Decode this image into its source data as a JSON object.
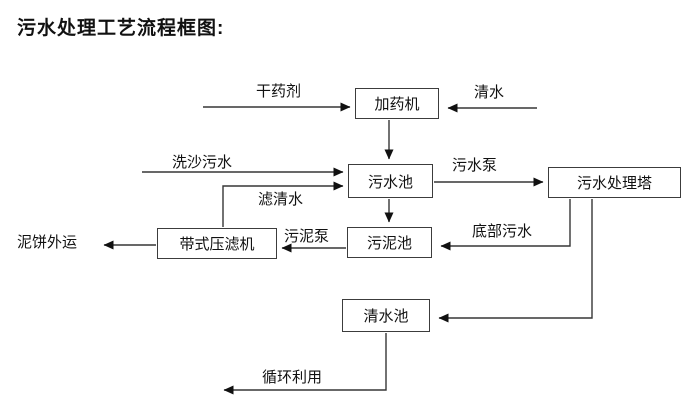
{
  "title": "污水处理工艺流程框图:",
  "colors": {
    "background": "#ffffff",
    "line": "#363636",
    "text": "#111111"
  },
  "diagram": {
    "nodes": [
      {
        "id": "dosing-machine",
        "label": "加药机"
      },
      {
        "id": "sewage-pool",
        "label": "污水池"
      },
      {
        "id": "sewage-treatment-tower",
        "label": "污水处理塔"
      },
      {
        "id": "sludge-pool",
        "label": "污泥池"
      },
      {
        "id": "belt-filter-press",
        "label": "带式压滤机"
      },
      {
        "id": "clean-water-pool",
        "label": "清水池"
      }
    ],
    "labels": [
      {
        "id": "dry-chemical",
        "text": "干药剂"
      },
      {
        "id": "clean-water",
        "text": "清水"
      },
      {
        "id": "sand-washing-sewage",
        "text": "洗沙污水"
      },
      {
        "id": "sewage-pump",
        "text": "污水泵"
      },
      {
        "id": "filtered-water",
        "text": "滤清水"
      },
      {
        "id": "sludge-pump",
        "text": "污泥泵"
      },
      {
        "id": "bottom-sewage",
        "text": "底部污水"
      },
      {
        "id": "mud-cake-outbound",
        "text": "泥饼外运"
      },
      {
        "id": "recycling",
        "text": "循环利用"
      }
    ],
    "edges": [
      {
        "from": "dry-chemical-inlet",
        "to": "dosing-machine",
        "label": "干药剂"
      },
      {
        "from": "clean-water-inlet",
        "to": "dosing-machine",
        "label": "清水"
      },
      {
        "from": "dosing-machine",
        "to": "sewage-pool",
        "label": ""
      },
      {
        "from": "sand-washing-inlet",
        "to": "sewage-pool",
        "label": "洗沙污水"
      },
      {
        "from": "belt-filter-press",
        "to": "sewage-pool",
        "label": "滤清水"
      },
      {
        "from": "sewage-pool",
        "to": "sewage-treatment-tower",
        "label": "污水泵"
      },
      {
        "from": "sewage-pool",
        "to": "sludge-pool",
        "label": ""
      },
      {
        "from": "sludge-pool",
        "to": "belt-filter-press",
        "label": "污泥泵"
      },
      {
        "from": "belt-filter-press",
        "to": "mud-cake-outbound",
        "label": "泥饼外运"
      },
      {
        "from": "sewage-treatment-tower",
        "to": "sludge-pool",
        "label": "底部污水"
      },
      {
        "from": "sewage-treatment-tower",
        "to": "clean-water-pool",
        "label": ""
      },
      {
        "from": "clean-water-pool",
        "to": "recycling-outlet",
        "label": "循环利用"
      }
    ]
  }
}
